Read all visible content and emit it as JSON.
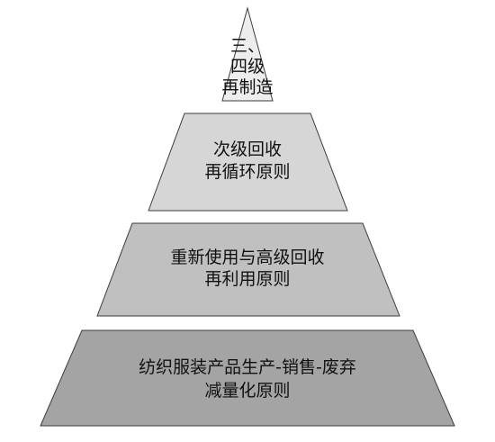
{
  "pyramid": {
    "tiers": [
      {
        "lines": [
          "三、",
          "四级",
          "再制造"
        ],
        "fill": "#ededed"
      },
      {
        "lines": [
          "次级回收",
          "再循环原则"
        ],
        "fill": "#d6d6d6"
      },
      {
        "lines": [
          "重新使用与高级回收",
          "再利用原则"
        ],
        "fill": "#c0c0c0"
      },
      {
        "lines": [
          "纺织服装产品生产-销售-废弃",
          "减量化原则"
        ],
        "fill": "#a4a4a4"
      }
    ]
  }
}
